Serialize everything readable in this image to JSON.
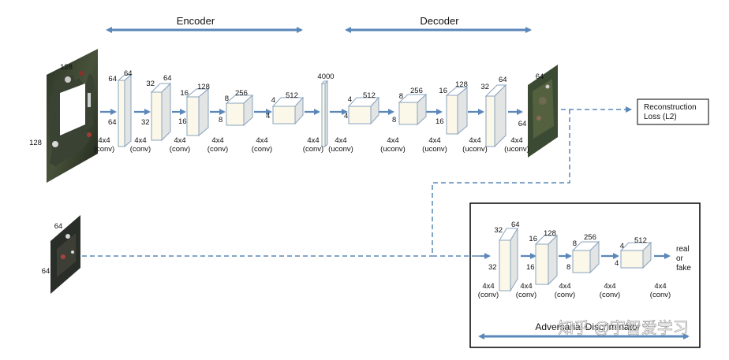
{
  "encoder": {
    "title": "Encoder",
    "input": {
      "width": "128",
      "height": "128"
    },
    "blocks": [
      {
        "side_a": "64",
        "side_b": "64",
        "op": [
          "4x4",
          "(conv)"
        ]
      },
      {
        "side_a": "32",
        "side_b": "64",
        "side_c": "32",
        "op": [
          "4x4",
          "(conv)"
        ]
      },
      {
        "side_a": "16",
        "side_b": "128",
        "side_c": "16",
        "op": [
          "4x4",
          "(conv)"
        ]
      },
      {
        "side_a": "8",
        "side_b": "256",
        "side_c": "8",
        "op": [
          "4x4",
          "(conv)"
        ]
      },
      {
        "side_a": "4",
        "side_b": "512",
        "side_c": "4",
        "op": [
          "4x4",
          "(conv)"
        ]
      }
    ],
    "bottleneck": {
      "label": "4000",
      "op": [
        "4x4",
        "(conv)"
      ]
    }
  },
  "decoder": {
    "title": "Decoder",
    "blocks": [
      {
        "side_a": "4",
        "side_b": "512",
        "side_c": "4",
        "op": [
          "4x4",
          "(uconv)"
        ]
      },
      {
        "side_a": "8",
        "side_b": "256",
        "side_c": "8",
        "op": [
          "4x4",
          "(uconv)"
        ]
      },
      {
        "side_a": "16",
        "side_b": "128",
        "side_c": "16",
        "op": [
          "4x4",
          "(uconv)"
        ]
      },
      {
        "side_a": "32",
        "side_b": "64",
        "op": [
          "4x4",
          "(uconv)"
        ]
      }
    ],
    "output": {
      "width": "64",
      "height": "64",
      "op": [
        "4x4",
        "(uconv)"
      ]
    }
  },
  "loss": {
    "line1": "Reconstruction",
    "line2": "Loss (L2)"
  },
  "real_input": {
    "width": "64",
    "height": "64"
  },
  "discriminator": {
    "title": "Adversarial Discriminator",
    "blocks": [
      {
        "side_a": "32",
        "side_b": "64",
        "side_c": "32",
        "op": [
          "4x4",
          "(conv)"
        ]
      },
      {
        "side_a": "16",
        "side_b": "128",
        "side_c": "16",
        "op": [
          "4x4",
          "(conv)"
        ]
      },
      {
        "side_a": "8",
        "side_b": "256",
        "side_c": "8",
        "op": [
          "4x4",
          "(conv)"
        ]
      },
      {
        "side_a": "4",
        "side_b": "512",
        "side_c": "4",
        "op": [
          "4x4",
          "(conv)"
        ]
      }
    ],
    "final_op": [
      "4x4",
      "(conv)"
    ],
    "result": [
      "real",
      "or",
      "fake"
    ]
  },
  "watermark": "知乎 @宇智爱学习",
  "colors": {
    "arrow": "#5b87b9",
    "block_front": "#fbf8e9",
    "block_top": "#ffffff",
    "block_side": "#e3e4e4",
    "block_edge": "#8aa3bd"
  }
}
